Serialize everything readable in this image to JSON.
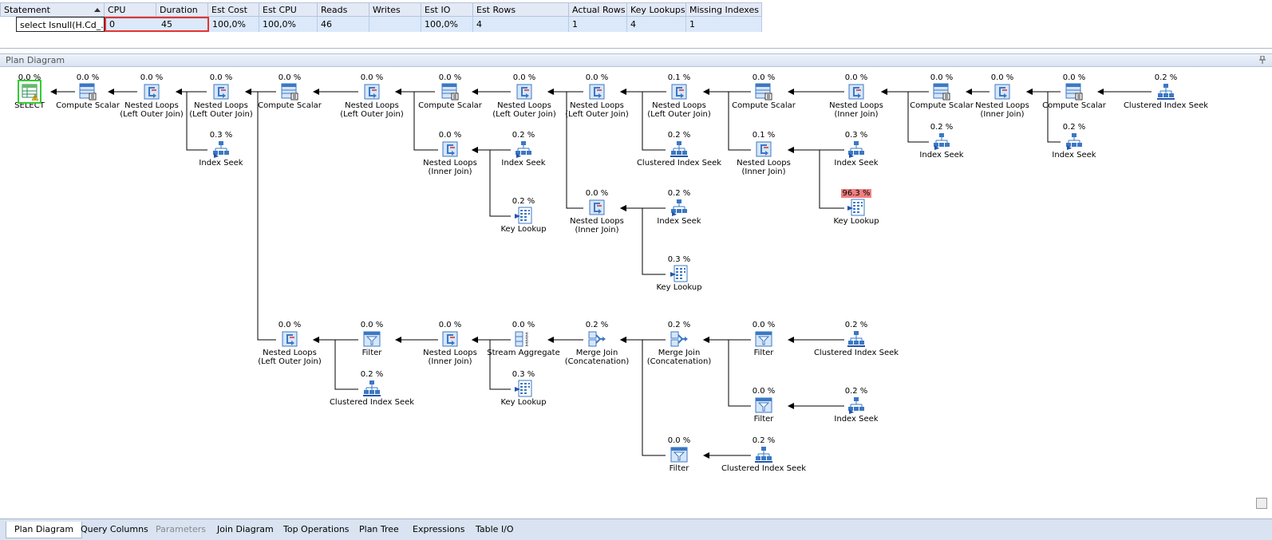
{
  "grid": {
    "columns": [
      "Statement",
      "CPU",
      "Duration",
      "Est Cost",
      "Est CPU Cost",
      "Reads",
      "Writes",
      "Est IO Cost",
      "Est Rows",
      "Actual Rows",
      "Key Lookups",
      "Missing Indexes"
    ],
    "row": [
      "select Isnull(H.Cd_...",
      "0",
      "45",
      "100,0%",
      "100,0%",
      "46",
      "",
      "100,0%",
      "4",
      "1",
      "4",
      "1"
    ]
  },
  "plan_panel": {
    "title": "Plan Diagram"
  },
  "nodes": [
    {
      "id": "n1",
      "pct": "0.0 %",
      "label": "SELECT",
      "label2": "",
      "icon": "select"
    },
    {
      "id": "n2",
      "pct": "0.0 %",
      "label": "Compute Scalar",
      "label2": "",
      "icon": "compute"
    },
    {
      "id": "n3",
      "pct": "0.0 %",
      "label": "Nested Loops",
      "label2": "(Left Outer Join)",
      "icon": "loops"
    },
    {
      "id": "n4",
      "pct": "0.0 %",
      "label": "Nested Loops",
      "label2": "(Left Outer Join)",
      "icon": "loops"
    },
    {
      "id": "n5",
      "pct": "0.0 %",
      "label": "Compute Scalar",
      "label2": "",
      "icon": "compute"
    },
    {
      "id": "n6",
      "pct": "0.0 %",
      "label": "Nested Loops",
      "label2": "(Left Outer Join)",
      "icon": "loops"
    },
    {
      "id": "n7",
      "pct": "0.0 %",
      "label": "Compute Scalar",
      "label2": "",
      "icon": "compute"
    },
    {
      "id": "n8",
      "pct": "0.0 %",
      "label": "Nested Loops",
      "label2": "(Left Outer Join)",
      "icon": "loops"
    },
    {
      "id": "n9",
      "pct": "0.0 %",
      "label": "Nested Loops",
      "label2": "(Left Outer Join)",
      "icon": "loops"
    },
    {
      "id": "n10",
      "pct": "0.1 %",
      "label": "Nested Loops",
      "label2": "(Left Outer Join)",
      "icon": "loops"
    },
    {
      "id": "n11",
      "pct": "0.0 %",
      "label": "Compute Scalar",
      "label2": "",
      "icon": "compute"
    },
    {
      "id": "n12",
      "pct": "0.0 %",
      "label": "Nested Loops",
      "label2": "(Inner Join)",
      "icon": "loops"
    },
    {
      "id": "n13",
      "pct": "0.0 %",
      "label": "Compute Scalar",
      "label2": "",
      "icon": "compute"
    },
    {
      "id": "n14",
      "pct": "0.0 %",
      "label": "Nested Loops",
      "label2": "(Inner Join)",
      "icon": "loops"
    },
    {
      "id": "n15",
      "pct": "0.0 %",
      "label": "Compute Scalar",
      "label2": "",
      "icon": "compute"
    },
    {
      "id": "n16",
      "pct": "0.2 %",
      "label": "Clustered Index Seek",
      "label2": "",
      "icon": "cseek"
    },
    {
      "id": "n17",
      "pct": "0.3 %",
      "label": "Index Seek",
      "label2": "",
      "icon": "seek"
    },
    {
      "id": "n18",
      "pct": "0.0 %",
      "label": "Nested Loops",
      "label2": "(Inner Join)",
      "icon": "loops"
    },
    {
      "id": "n19",
      "pct": "0.2 %",
      "label": "Index Seek",
      "label2": "",
      "icon": "seek"
    },
    {
      "id": "n20",
      "pct": "0.2 %",
      "label": "Key Lookup",
      "label2": "",
      "icon": "lookup"
    },
    {
      "id": "n21",
      "pct": "0.2 %",
      "label": "Clustered Index Seek",
      "label2": "",
      "icon": "cseek"
    },
    {
      "id": "n22",
      "pct": "0.1 %",
      "label": "Nested Loops",
      "label2": "(Inner Join)",
      "icon": "loops"
    },
    {
      "id": "n23",
      "pct": "0.3 %",
      "label": "Index Seek",
      "label2": "",
      "icon": "seek"
    },
    {
      "id": "n24",
      "pct": "96.3 %",
      "label": "Key Lookup",
      "label2": "",
      "icon": "lookup",
      "hot": true
    },
    {
      "id": "n25",
      "pct": "0.2 %",
      "label": "Index Seek",
      "label2": "",
      "icon": "seek"
    },
    {
      "id": "n26",
      "pct": "0.2 %",
      "label": "Index Seek",
      "label2": "",
      "icon": "seek"
    },
    {
      "id": "n27",
      "pct": "0.0 %",
      "label": "Nested Loops",
      "label2": "(Inner Join)",
      "icon": "loops"
    },
    {
      "id": "n28",
      "pct": "0.2 %",
      "label": "Index Seek",
      "label2": "",
      "icon": "seek"
    },
    {
      "id": "n29",
      "pct": "0.3 %",
      "label": "Key Lookup",
      "label2": "",
      "icon": "lookup"
    },
    {
      "id": "n30",
      "pct": "0.0 %",
      "label": "Nested Loops",
      "label2": "(Left Outer Join)",
      "icon": "loops"
    },
    {
      "id": "n31",
      "pct": "0.0 %",
      "label": "Filter",
      "label2": "",
      "icon": "filter"
    },
    {
      "id": "n32",
      "pct": "0.0 %",
      "label": "Nested Loops",
      "label2": "(Inner Join)",
      "icon": "loops"
    },
    {
      "id": "n33",
      "pct": "0.0 %",
      "label": "Stream Aggregate",
      "label2": "",
      "icon": "agg"
    },
    {
      "id": "n34",
      "pct": "0.2 %",
      "label": "Merge Join",
      "label2": "(Concatenation)",
      "icon": "merge"
    },
    {
      "id": "n35",
      "pct": "0.2 %",
      "label": "Merge Join",
      "label2": "(Concatenation)",
      "icon": "merge"
    },
    {
      "id": "n36",
      "pct": "0.0 %",
      "label": "Filter",
      "label2": "",
      "icon": "filter"
    },
    {
      "id": "n37",
      "pct": "0.2 %",
      "label": "Clustered Index Seek",
      "label2": "",
      "icon": "cseek"
    },
    {
      "id": "n38",
      "pct": "0.2 %",
      "label": "Clustered Index Seek",
      "label2": "",
      "icon": "cseek"
    },
    {
      "id": "n39",
      "pct": "0.3 %",
      "label": "Key Lookup",
      "label2": "",
      "icon": "lookup"
    },
    {
      "id": "n40",
      "pct": "0.0 %",
      "label": "Filter",
      "label2": "",
      "icon": "filter"
    },
    {
      "id": "n41",
      "pct": "0.2 %",
      "label": "Index Seek",
      "label2": "",
      "icon": "seek"
    },
    {
      "id": "n42",
      "pct": "0.0 %",
      "label": "Filter",
      "label2": "",
      "icon": "filter"
    },
    {
      "id": "n43",
      "pct": "0.2 %",
      "label": "Clustered Index Seek",
      "label2": "",
      "icon": "cseek"
    }
  ],
  "tabs": [
    "Plan Diagram",
    "Query Columns",
    "Parameters",
    "Join Diagram",
    "Top Operations",
    "Plan Tree",
    "Expressions",
    "Table I/O"
  ],
  "icons": {
    "select": "select-icon",
    "compute": "compute-scalar-icon",
    "loops": "nested-loops-icon",
    "seek": "index-seek-icon",
    "cseek": "clustered-index-seek-icon",
    "lookup": "key-lookup-icon",
    "filter": "filter-icon",
    "agg": "stream-aggregate-icon",
    "merge": "merge-join-icon"
  },
  "colors": {
    "hot": "#f08080",
    "select_border": "#33cc33",
    "highlight": "#e53333"
  }
}
